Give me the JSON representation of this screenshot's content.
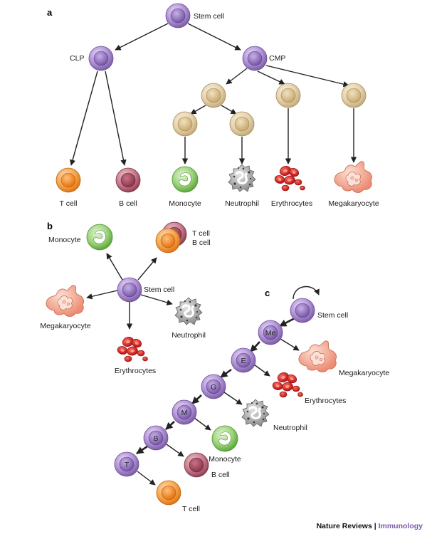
{
  "panels": {
    "a": "a",
    "b": "b",
    "c": "c"
  },
  "a": {
    "stem": "Stem cell",
    "clp": "CLP",
    "cmp": "CMP",
    "tcell": "T cell",
    "bcell": "B cell",
    "monocyte": "Monocyte",
    "neutrophil": "Neutrophil",
    "erythrocytes": "Erythrocytes",
    "megakaryocyte": "Megakaryocyte"
  },
  "b": {
    "monocyte": "Monocyte",
    "tcell": "T cell",
    "bcell": "B cell",
    "stem": "Stem cell",
    "megakaryocyte": "Megakaryocyte",
    "neutrophil": "Neutrophil",
    "erythrocytes": "Erythrocytes"
  },
  "c": {
    "stem": "Stem cell",
    "me": "Me",
    "e": "E",
    "g": "G",
    "m": "M",
    "b": "B",
    "t": "T",
    "megakaryocyte": "Megakaryocyte",
    "erythrocytes": "Erythrocytes",
    "neutrophil": "Neutrophil",
    "monocyte": "Monocyte",
    "bcell": "B cell",
    "tcell": "T cell"
  },
  "credit": {
    "journal": "Nature Reviews",
    "separator": " | ",
    "section": "Immunology"
  },
  "colors": {
    "stem": "#8e6fb8",
    "progenitor": "#d8c49a",
    "tcell": "#f08a2a",
    "bcell": "#a84a5e",
    "monocyte": "#7cc15a",
    "neutrophil": "#8a8a8a",
    "erythrocyte": "#d8262a",
    "megakaryocyte": "#f2a08a"
  }
}
